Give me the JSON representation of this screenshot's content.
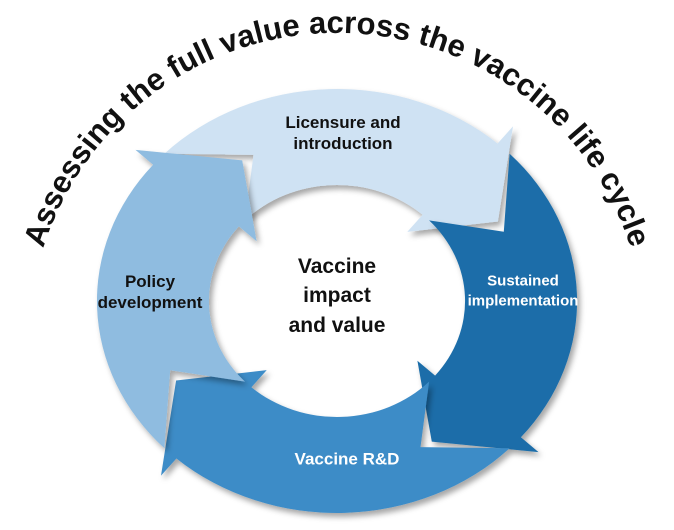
{
  "title": {
    "text": "Assessing the full value across the vaccine life cycle",
    "color": "#111111"
  },
  "center": {
    "line1": "Vaccine",
    "line2": "impact",
    "line3": "and value",
    "text_color": "#111111"
  },
  "segments": {
    "licensure": {
      "line1": "Licensure and",
      "line2": "introduction",
      "fill": "#cfe2f3",
      "text_color": "#111111"
    },
    "sustained": {
      "line1": "Sustained",
      "line2": "implementation",
      "fill": "#1a6da9",
      "text_color": "#ffffff"
    },
    "rnd": {
      "label": "Vaccine R&D",
      "fill": "#3e8cc7",
      "text_color": "#ffffff"
    },
    "policy": {
      "line1": "Policy",
      "line2": "development",
      "fill": "#8fbce0",
      "text_color": "#111111"
    }
  },
  "background": "#ffffff"
}
